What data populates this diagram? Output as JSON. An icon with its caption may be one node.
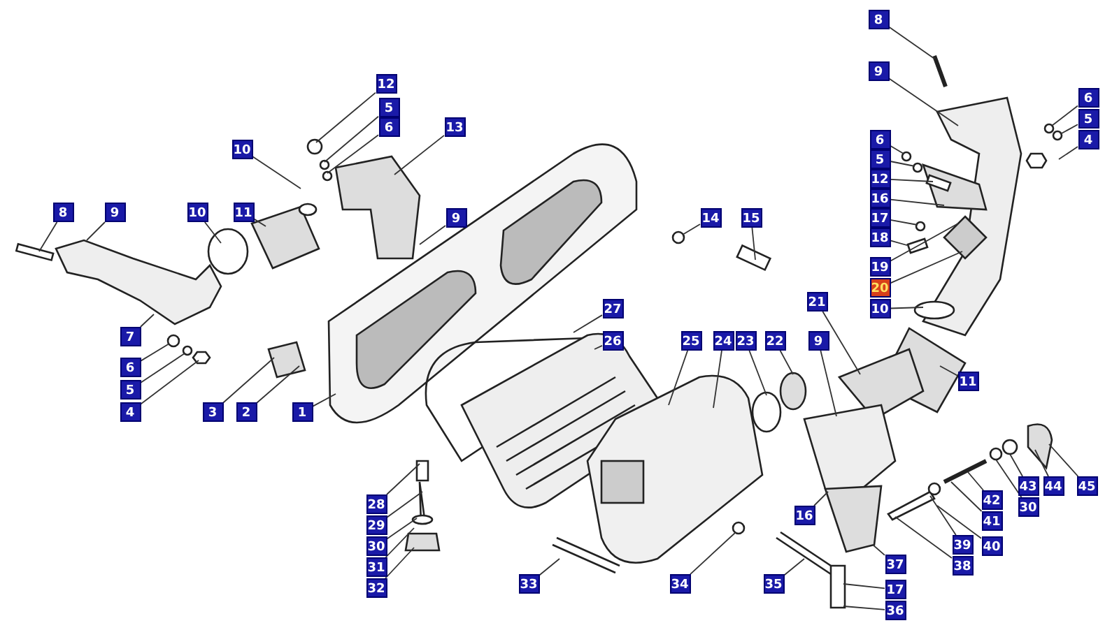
{
  "diagram": {
    "nodes": [
      {
        "text": [
          "12"
        ]
      },
      {
        "text": [
          "5"
        ]
      },
      {
        "text": [
          "6"
        ]
      },
      {
        "text": [
          "10"
        ]
      },
      {
        "text": [
          "13"
        ]
      },
      {
        "text": [
          "8"
        ]
      },
      {
        "text": [
          "9"
        ]
      },
      {
        "text": [
          "10"
        ]
      },
      {
        "text": [
          "11"
        ]
      },
      {
        "text": [
          "9"
        ]
      },
      {
        "text": [
          "14"
        ]
      },
      {
        "text": [
          "15"
        ]
      },
      {
        "text": [
          "8"
        ]
      },
      {
        "text": [
          "9"
        ]
      },
      {
        "text": [
          "6"
        ]
      },
      {
        "text": [
          "5"
        ]
      },
      {
        "text": [
          "4"
        ]
      },
      {
        "text": [
          "6"
        ]
      },
      {
        "text": [
          "5"
        ]
      },
      {
        "text": [
          "12"
        ]
      },
      {
        "text": [
          "16"
        ]
      },
      {
        "text": [
          "17"
        ]
      },
      {
        "text": [
          "18"
        ]
      },
      {
        "text": [
          "19"
        ]
      },
      {
        "text": [
          "20"
        ]
      },
      {
        "text": [
          "10"
        ]
      },
      {
        "text": [
          "21"
        ]
      },
      {
        "text": [
          "27"
        ]
      },
      {
        "text": [
          "9"
        ]
      },
      {
        "text": [
          "25"
        ]
      },
      {
        "text": [
          "24"
        ]
      },
      {
        "text": [
          "23"
        ]
      },
      {
        "text": [
          "22"
        ]
      },
      {
        "text": [
          "26"
        ]
      },
      {
        "text": [
          "11"
        ]
      },
      {
        "text": [
          "7"
        ]
      },
      {
        "text": [
          "6"
        ]
      },
      {
        "text": [
          "5"
        ]
      },
      {
        "text": [
          "4"
        ]
      },
      {
        "text": [
          "3"
        ]
      },
      {
        "text": [
          "2"
        ]
      },
      {
        "text": [
          "1"
        ]
      },
      {
        "text": [
          "28"
        ]
      },
      {
        "text": [
          "29"
        ]
      },
      {
        "text": [
          "30"
        ]
      },
      {
        "text": [
          "31"
        ]
      },
      {
        "text": [
          "32"
        ]
      },
      {
        "text": [
          "16"
        ]
      },
      {
        "text": [
          "33"
        ]
      },
      {
        "text": [
          "34"
        ]
      },
      {
        "text": [
          "35"
        ]
      },
      {
        "text": [
          "37"
        ]
      },
      {
        "text": [
          "17"
        ]
      },
      {
        "text": [
          "36"
        ]
      },
      {
        "text": [
          "39"
        ]
      },
      {
        "text": [
          "38"
        ]
      },
      {
        "text": [
          "40"
        ]
      },
      {
        "text": [
          "42"
        ]
      },
      {
        "text": [
          "41"
        ]
      },
      {
        "text": [
          "30"
        ]
      },
      {
        "text": [
          "43"
        ]
      },
      {
        "text": [
          "44"
        ]
      },
      {
        "text": [
          "45"
        ]
      }
    ],
    "edges": [
      {
        "from": 0,
        "to": null,
        "arrow": "none"
      },
      {
        "from": 1,
        "to": null,
        "arrow": "none"
      },
      {
        "from": 2,
        "to": null,
        "arrow": "none"
      },
      {
        "from": 3,
        "to": null,
        "arrow": "none"
      },
      {
        "from": 4,
        "to": null,
        "arrow": "none"
      },
      {
        "from": 5,
        "to": null,
        "arrow": "none"
      },
      {
        "from": 6,
        "to": null,
        "arrow": "none"
      },
      {
        "from": 7,
        "to": null,
        "arrow": "none"
      },
      {
        "from": 8,
        "to": null,
        "arrow": "none"
      },
      {
        "from": 9,
        "to": null,
        "arrow": "none"
      },
      {
        "from": 10,
        "to": null,
        "arrow": "none"
      },
      {
        "from": 11,
        "to": null,
        "arrow": "none"
      },
      {
        "from": 12,
        "to": null,
        "arrow": "none"
      },
      {
        "from": 13,
        "to": null,
        "arrow": "none"
      },
      {
        "from": 14,
        "to": null,
        "arrow": "none"
      },
      {
        "from": 15,
        "to": null,
        "arrow": "none"
      },
      {
        "from": 16,
        "to": null,
        "arrow": "none"
      },
      {
        "from": 17,
        "to": null,
        "arrow": "none"
      },
      {
        "from": 18,
        "to": null,
        "arrow": "none"
      },
      {
        "from": 19,
        "to": null,
        "arrow": "none"
      },
      {
        "from": 20,
        "to": null,
        "arrow": "none"
      },
      {
        "from": 21,
        "to": null,
        "arrow": "none"
      },
      {
        "from": 22,
        "to": null,
        "arrow": "none"
      },
      {
        "from": 23,
        "to": null,
        "arrow": "none"
      },
      {
        "from": 24,
        "to": null,
        "arrow": "none"
      },
      {
        "from": 25,
        "to": null,
        "arrow": "none"
      },
      {
        "from": 26,
        "to": null,
        "arrow": "none"
      },
      {
        "from": 27,
        "to": null,
        "arrow": "none"
      },
      {
        "from": 28,
        "to": null,
        "arrow": "none"
      },
      {
        "from": 29,
        "to": null,
        "arrow": "none"
      },
      {
        "from": 30,
        "to": null,
        "arrow": "none"
      },
      {
        "from": 31,
        "to": null,
        "arrow": "none"
      },
      {
        "from": 32,
        "to": null,
        "arrow": "none"
      },
      {
        "from": 33,
        "to": null,
        "arrow": "none"
      },
      {
        "from": 34,
        "to": null,
        "arrow": "none"
      },
      {
        "from": 35,
        "to": null,
        "arrow": "none"
      },
      {
        "from": 36,
        "to": null,
        "arrow": "none"
      },
      {
        "from": 37,
        "to": null,
        "arrow": "none"
      },
      {
        "from": 38,
        "to": null,
        "arrow": "none"
      },
      {
        "from": 39,
        "to": null,
        "arrow": "none"
      },
      {
        "from": 40,
        "to": null,
        "arrow": "none"
      },
      {
        "from": 41,
        "to": null,
        "arrow": "none"
      },
      {
        "from": 42,
        "to": null,
        "arrow": "none"
      },
      {
        "from": 43,
        "to": null,
        "arrow": "none"
      },
      {
        "from": 44,
        "to": null,
        "arrow": "none"
      },
      {
        "from": 45,
        "to": null,
        "arrow": "none"
      },
      {
        "from": 46,
        "to": null,
        "arrow": "none"
      },
      {
        "from": 47,
        "to": null,
        "arrow": "none"
      },
      {
        "from": 48,
        "to": null,
        "arrow": "none"
      },
      {
        "from": 49,
        "to": null,
        "arrow": "none"
      },
      {
        "from": 50,
        "to": null,
        "arrow": "none"
      },
      {
        "from": 51,
        "to": null,
        "arrow": "none"
      },
      {
        "from": 52,
        "to": null,
        "arrow": "none"
      },
      {
        "from": 53,
        "to": null,
        "arrow": "none"
      },
      {
        "from": 54,
        "to": null,
        "arrow": "none"
      },
      {
        "from": 55,
        "to": null,
        "arrow": "none"
      },
      {
        "from": 56,
        "to": null,
        "arrow": "none"
      },
      {
        "from": 57,
        "to": null,
        "arrow": "none"
      },
      {
        "from": 58,
        "to": null,
        "arrow": "none"
      },
      {
        "from": 59,
        "to": null,
        "arrow": "none"
      },
      {
        "from": 60,
        "to": null,
        "arrow": "none"
      },
      {
        "from": 61,
        "to": null,
        "arrow": "none"
      },
      {
        "from": 62,
        "to": null,
        "arrow": "none"
      }
    ]
  }
}
